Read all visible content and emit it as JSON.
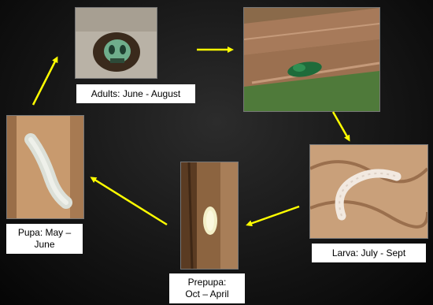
{
  "stages": {
    "adults": {
      "label": "Adults: June - August"
    },
    "larva": {
      "label": "Larva:  July - Sept"
    },
    "prepupa": {
      "label": "Prepupa:\nOct – April"
    },
    "pupa": {
      "label": "Pupa: May –\nJune"
    }
  },
  "colors": {
    "arrow": "#ffff00",
    "background": "#141414",
    "label_background": "#ffffff"
  }
}
